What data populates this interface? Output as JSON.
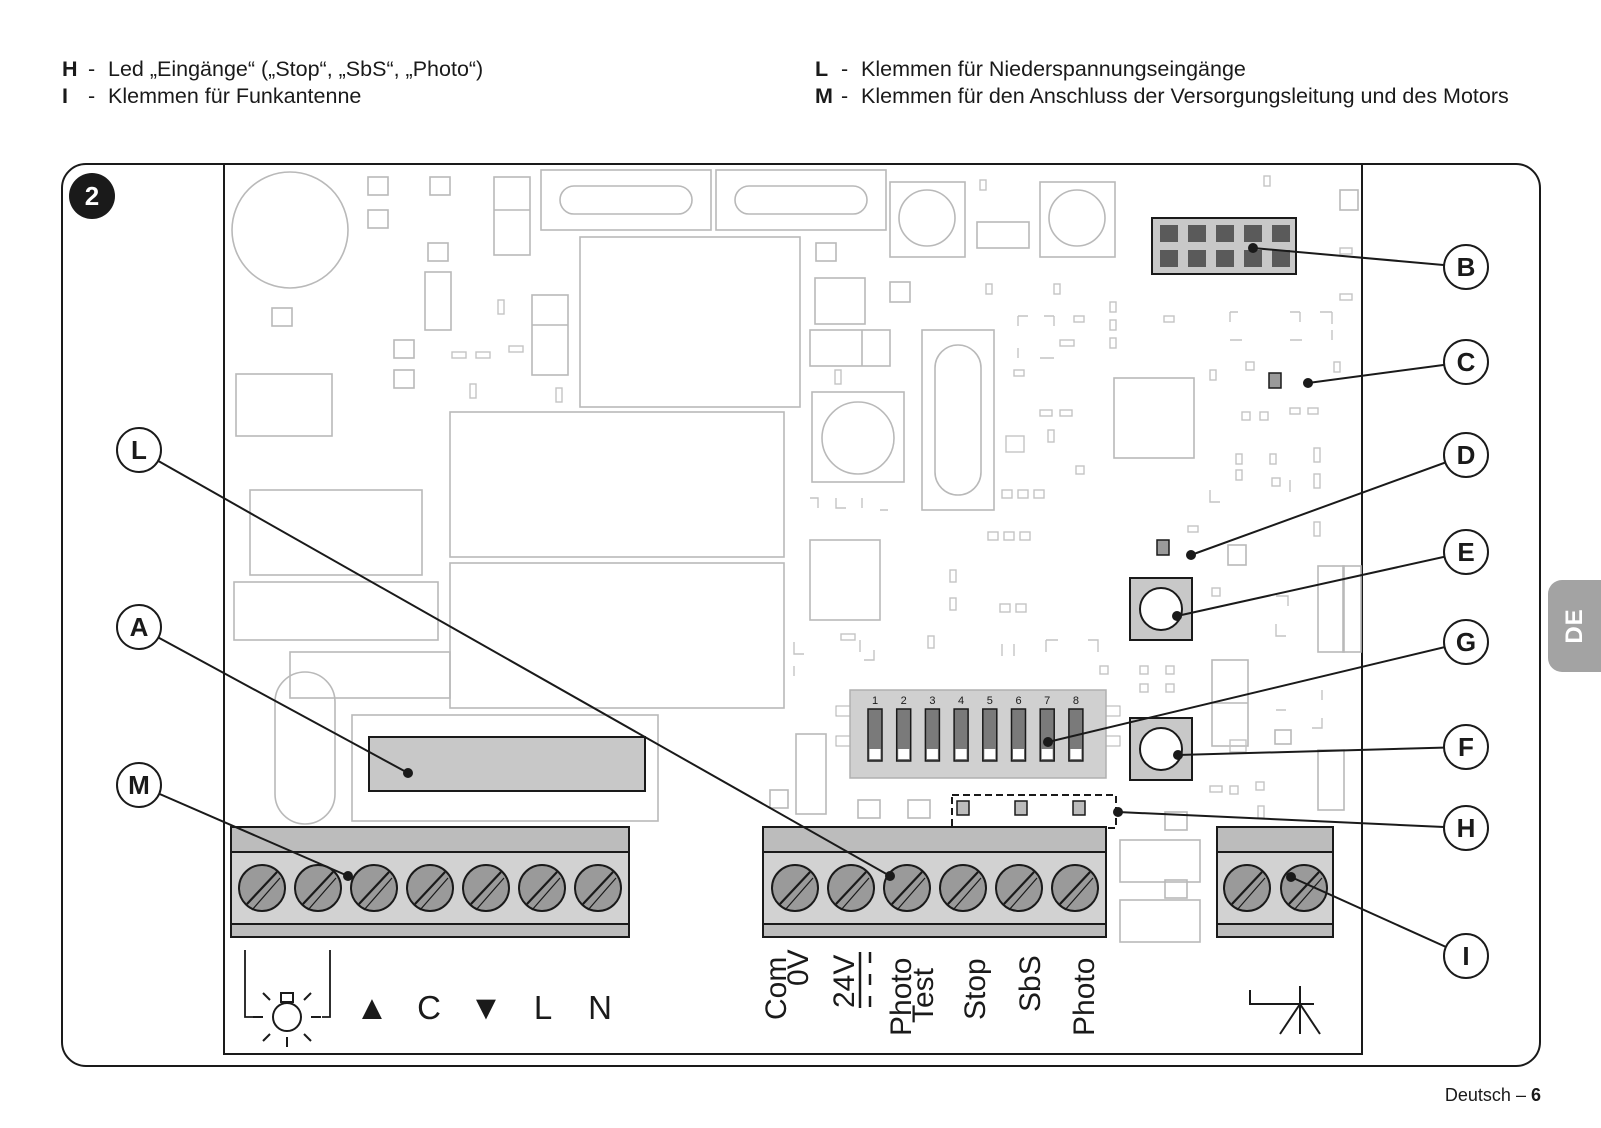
{
  "legend_left": [
    {
      "key": "H",
      "dash": "-",
      "text": "Led „Eingänge“ („Stop“, „SbS“, „Photo“)"
    },
    {
      "key": "I",
      "dash": "-",
      "text": "Klemmen für Funkantenne"
    }
  ],
  "legend_right": [
    {
      "key": "L",
      "dash": "-",
      "text": "Klemmen für Niederspannungseingänge"
    },
    {
      "key": "M",
      "dash": "-",
      "text": "Klemmen für den Anschluss der Versorgungsleitung und des Motors"
    }
  ],
  "figure": {
    "number": "2",
    "callouts": [
      "A",
      "B",
      "C",
      "D",
      "E",
      "F",
      "G",
      "H",
      "I",
      "L",
      "M"
    ],
    "dip_switch_numbers": [
      "1",
      "2",
      "3",
      "4",
      "5",
      "6",
      "7",
      "8"
    ],
    "motor_terminal_labels": [
      "▲",
      "C",
      "▼",
      "L",
      "N"
    ],
    "input_terminal_labels": [
      {
        "line1": "Com",
        "line2": "0V"
      },
      {
        "line1": "24V",
        "line2": ""
      },
      {
        "line1": "Photo",
        "line2": "Test"
      },
      {
        "line1": "Stop",
        "line2": ""
      },
      {
        "line1": "SbS",
        "line2": ""
      },
      {
        "line1": "Photo",
        "line2": ""
      }
    ]
  },
  "side_tab": "DE",
  "footer": {
    "language": "Deutsch",
    "separator": "–",
    "page": "6"
  }
}
